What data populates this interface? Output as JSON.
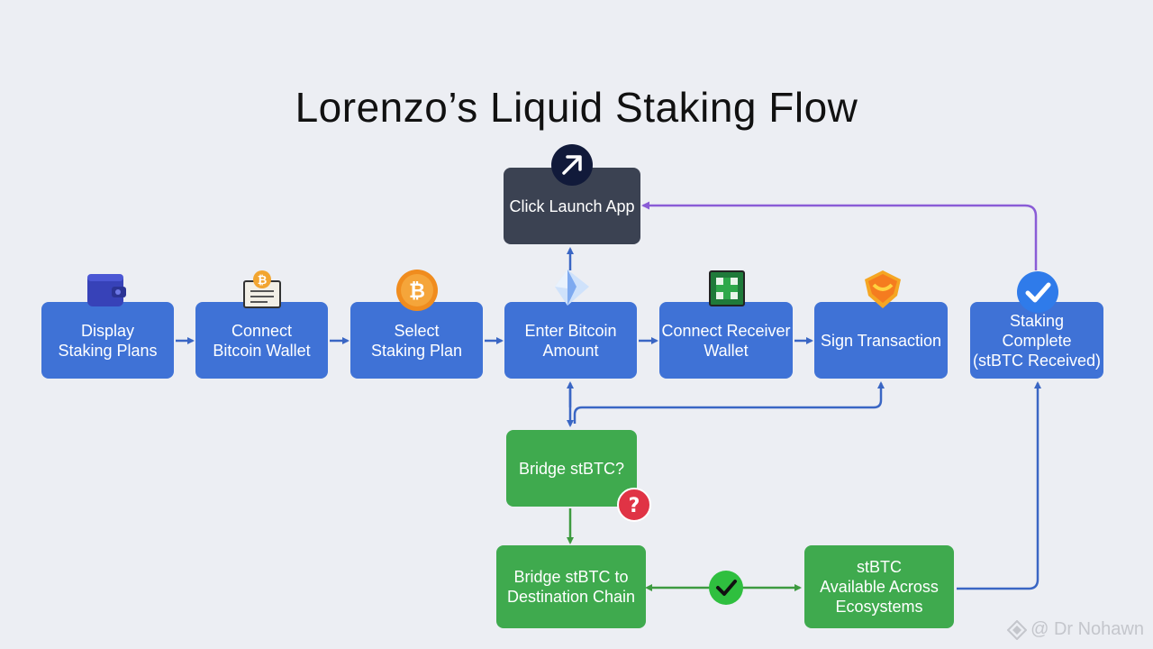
{
  "title": "Lorenzo’s Liquid Staking Flow",
  "nodes": {
    "display_plans": "Display\nStaking Plans",
    "connect_wallet": "Connect\nBitcoin Wallet",
    "select_plan": "Select\nStaking Plan",
    "enter_amount": "Enter Bitcoin\nAmount",
    "connect_receiver": "Connect Receiver\nWallet",
    "sign_tx": "Sign Transaction",
    "staking_complete": "Staking\nComplete\n(stBTC Received)",
    "launch_app": "Click Launch App",
    "bridge_question": "Bridge stBTC?",
    "bridge_destination": "Bridge stBTC to\nDestination Chain",
    "available_ecosystems": "stBTC\nAvailable Across\nEcosystems"
  },
  "icons": {
    "display_plans": "wallet-icon",
    "connect_wallet": "bitcoin-document-icon",
    "select_plan": "bitcoin-coin-icon",
    "enter_amount": "diamond-icon",
    "connect_receiver": "receiver-wallet-icon",
    "sign_tx": "signature-icon",
    "staking_complete": "checkmark-icon",
    "launch_app": "arrow-up-right-icon",
    "bridge_question": "question-icon",
    "bridge_link": "checkmark-icon"
  },
  "icon_glyphs": {
    "bitcoin": "₿",
    "question": "?"
  },
  "colors": {
    "process_node": "#3f72d6",
    "start_node": "#3b4252",
    "bridge_node": "#3faa4e",
    "main_arrow": "#3a66c4",
    "loop_arrow": "#8a5cd6",
    "bridge_arrow": "#3d9a3f",
    "question_badge": "#e03345",
    "check_badge": "#2f7bea"
  },
  "watermark": "@ Dr Nohawn"
}
